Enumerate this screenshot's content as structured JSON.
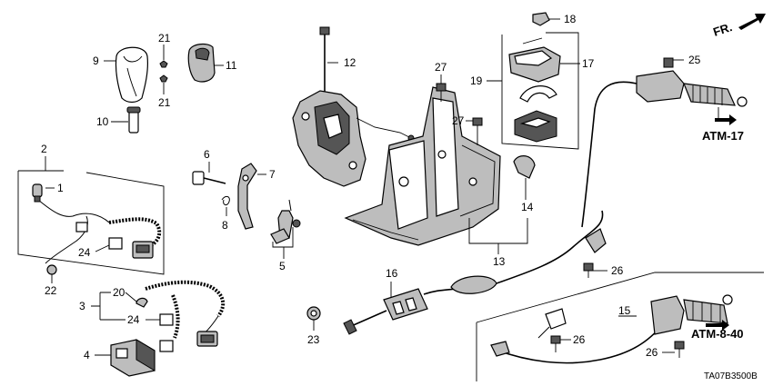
{
  "diagram": {
    "code": "TA07B3500B",
    "direction_label": "FR.",
    "refs": {
      "atm17": "ATM-17",
      "atm840": "ATM-8-40"
    },
    "callouts": {
      "c1": "1",
      "c2": "2",
      "c3": "3",
      "c4": "4",
      "c5": "5",
      "c6": "6",
      "c7": "7",
      "c8": "8",
      "c9": "9",
      "c10": "10",
      "c11": "11",
      "c12": "12",
      "c13": "13",
      "c14": "14",
      "c15": "15",
      "c16": "16",
      "c17": "17",
      "c18": "18",
      "c19": "19",
      "c20": "20",
      "c21": "21",
      "c22": "22",
      "c23": "23",
      "c24": "24",
      "c25": "25",
      "c26": "26",
      "c27": "27"
    }
  }
}
